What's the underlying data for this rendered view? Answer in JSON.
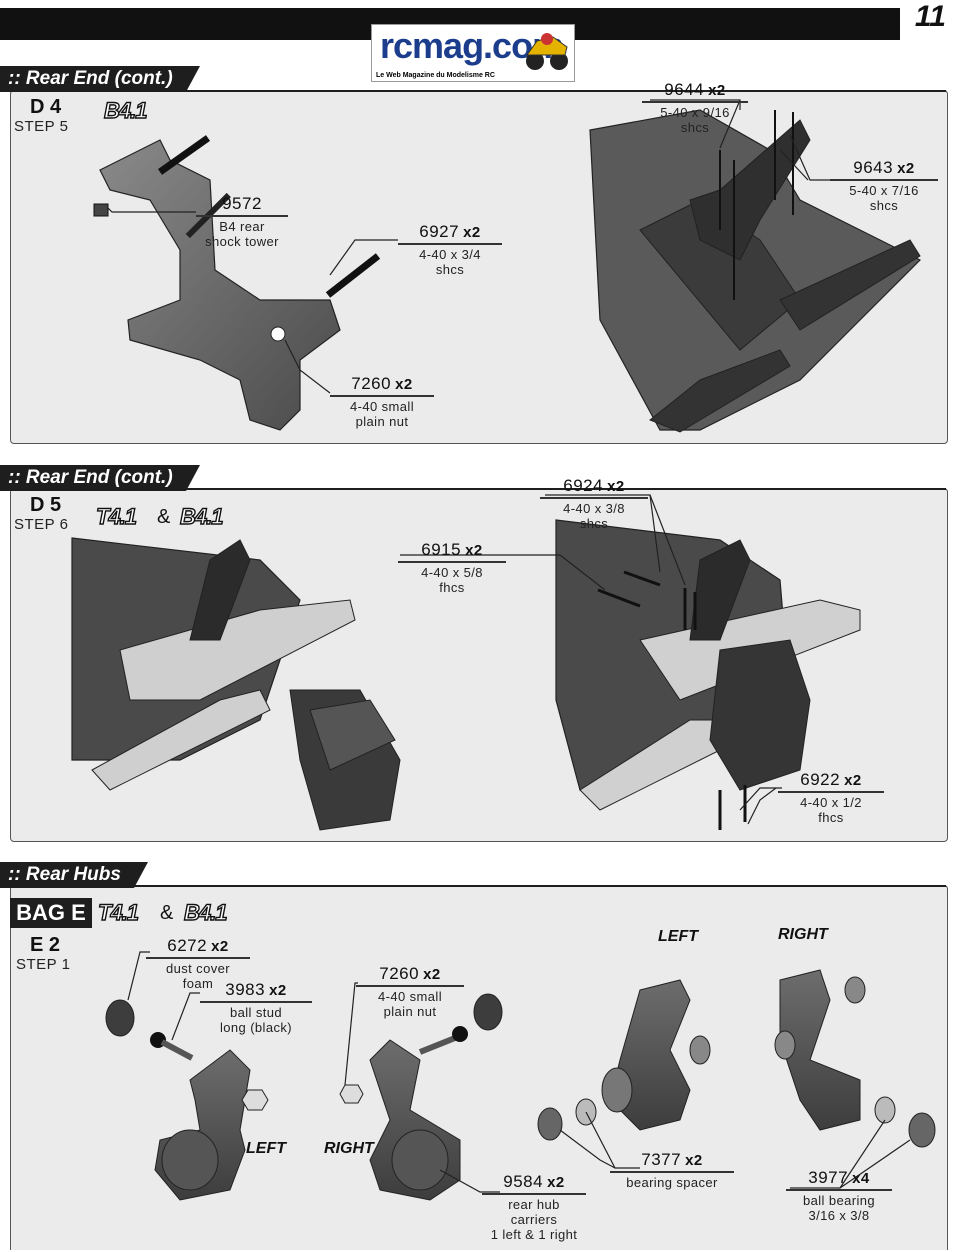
{
  "page": {
    "number": "11"
  },
  "logo": {
    "text": "rcmag.com",
    "subtitle": "Le Web Magazine du Modelisme RC"
  },
  "sections": [
    {
      "title": ":: Rear End (cont.)",
      "step_id": "D 4",
      "step_label": "STEP 5",
      "badges": [
        "B4.1"
      ],
      "callouts": [
        {
          "part": "9572",
          "qty": "",
          "desc": [
            "B4 rear",
            "shock tower"
          ]
        },
        {
          "part": "6927",
          "qty": "x2",
          "desc": [
            "4-40 x 3/4",
            "shcs"
          ]
        },
        {
          "part": "7260",
          "qty": "x2",
          "desc": [
            "4-40 small",
            "plain nut"
          ]
        },
        {
          "part": "9644",
          "qty": "x2",
          "desc": [
            "5-40 x 9/16",
            "shcs"
          ]
        },
        {
          "part": "9643",
          "qty": "x2",
          "desc": [
            "5-40 x 7/16",
            "shcs"
          ]
        }
      ]
    },
    {
      "title": ":: Rear End (cont.)",
      "step_id": "D 5",
      "step_label": "STEP 6",
      "badges": [
        "T4.1",
        "B4.1"
      ],
      "amp": "&",
      "callouts": [
        {
          "part": "6924",
          "qty": "x2",
          "desc": [
            "4-40 x 3/8",
            "shcs"
          ]
        },
        {
          "part": "6915",
          "qty": "x2",
          "desc": [
            "4-40 x 5/8",
            "fhcs"
          ]
        },
        {
          "part": "6922",
          "qty": "x2",
          "desc": [
            "4-40 x 1/2",
            "fhcs"
          ]
        }
      ]
    },
    {
      "title": ":: Rear Hubs",
      "bag": "BAG E",
      "step_id": "E 2",
      "step_label": "STEP 1",
      "badges": [
        "T4.1",
        "B4.1"
      ],
      "amp": "&",
      "callouts": [
        {
          "part": "6272",
          "qty": "x2",
          "desc": [
            "dust cover",
            "foam"
          ]
        },
        {
          "part": "3983",
          "qty": "x2",
          "desc": [
            "ball stud",
            "long (black)"
          ]
        },
        {
          "part": "7260",
          "qty": "x2",
          "desc": [
            "4-40 small",
            "plain nut"
          ]
        },
        {
          "part": "9584",
          "qty": "x2",
          "desc": [
            "rear hub",
            "carriers",
            "1 left & 1 right"
          ]
        },
        {
          "part": "7377",
          "qty": "x2",
          "desc": [
            "bearing spacer"
          ]
        },
        {
          "part": "3977",
          "qty": "x4",
          "desc": [
            "ball bearing",
            "3/16 x 3/8"
          ]
        }
      ],
      "labels": {
        "left_a": "LEFT",
        "right_a": "RIGHT",
        "left_b": "LEFT",
        "right_b": "RIGHT"
      }
    }
  ]
}
